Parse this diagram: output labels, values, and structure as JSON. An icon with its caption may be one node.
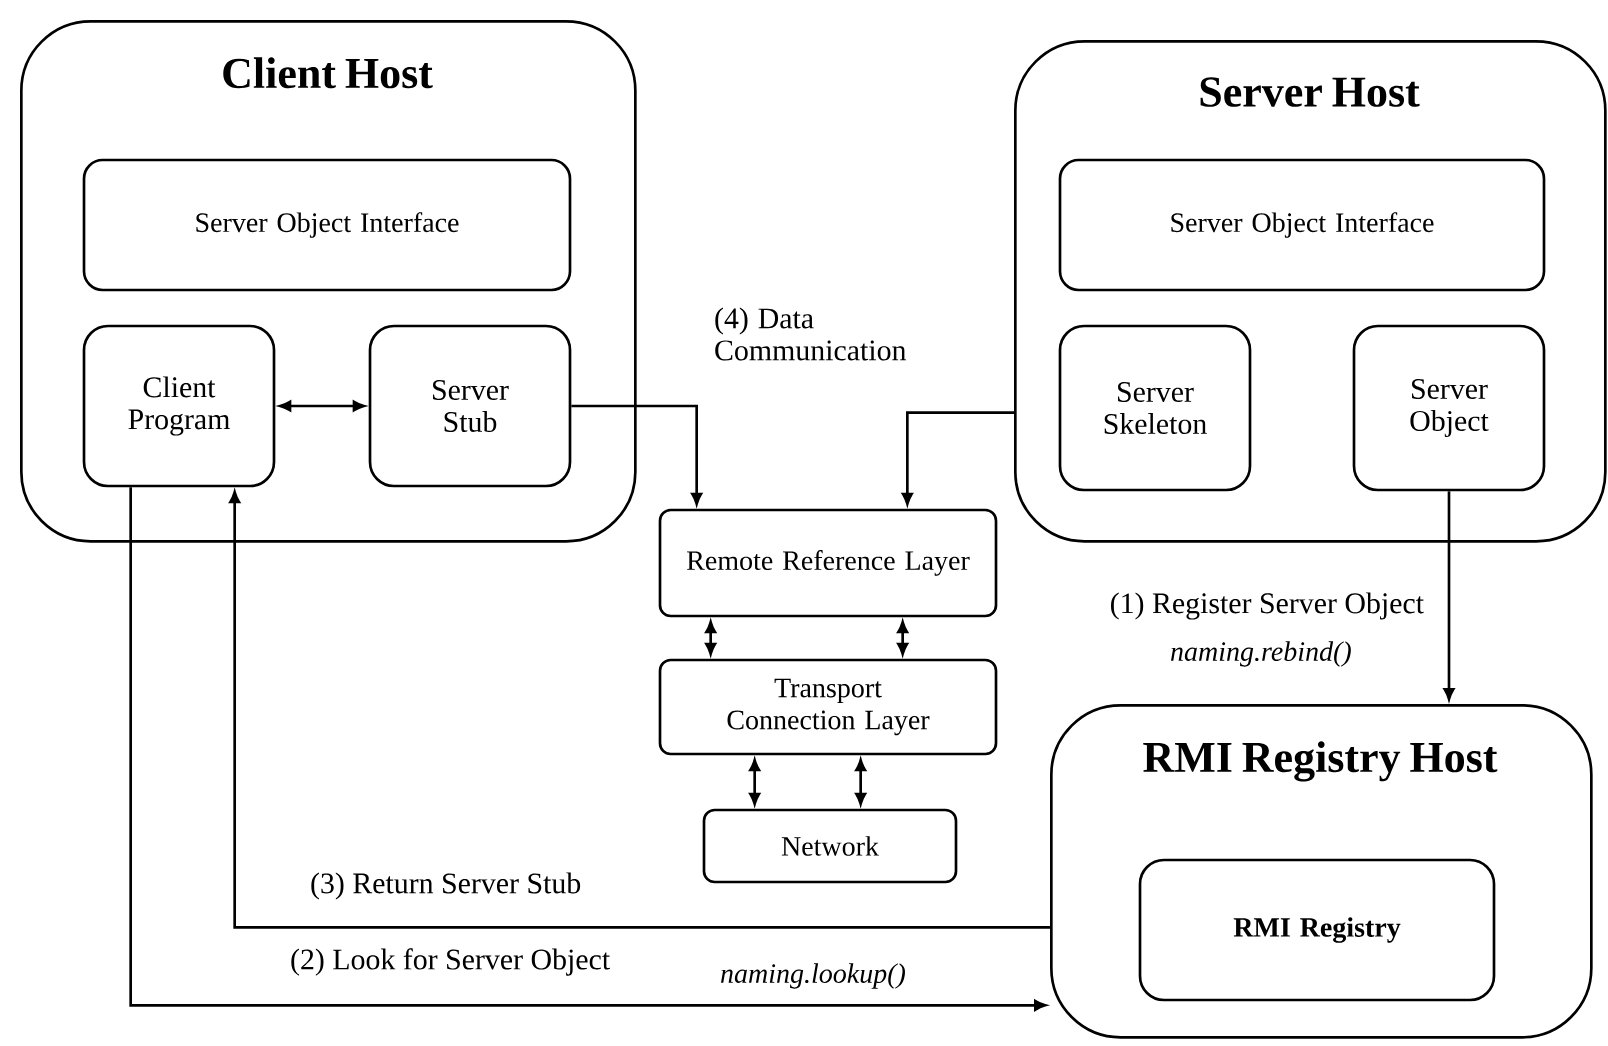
{
  "diagram": {
    "nodes": [
      {
        "text": [
          "Client Host"
        ]
      },
      {
        "text": [
          "Server Object Interface"
        ],
        "in": 0
      },
      {
        "text": [
          "Client Program"
        ],
        "in": 0
      },
      {
        "text": [
          "Server Stub"
        ],
        "in": 0
      },
      {
        "text": [
          "Server Host"
        ]
      },
      {
        "text": [
          "Server Object Interface"
        ],
        "in": 4
      },
      {
        "text": [
          "Server Skeleton"
        ],
        "in": 4
      },
      {
        "text": [
          "Server Object"
        ],
        "in": 4
      },
      {
        "text": [
          "Remote Reference Layer"
        ]
      },
      {
        "text": [
          "Transport Connection Layer"
        ]
      },
      {
        "text": [
          "Network"
        ]
      },
      {
        "text": [
          "RMI Registry Host"
        ]
      },
      {
        "text": [
          "RMI Registry"
        ],
        "in": 11
      }
    ],
    "edges": [
      {
        "from": 2,
        "to": 3,
        "arrow": "both"
      },
      {
        "from": 3,
        "to": 8,
        "arrow": "to",
        "label": "(4) Data Communication"
      },
      {
        "from": 4,
        "to": 8,
        "arrow": "to"
      },
      {
        "from": 8,
        "to": 9,
        "arrow": "both"
      },
      {
        "from": 8,
        "to": 9,
        "arrow": "both"
      },
      {
        "from": 9,
        "to": 10,
        "arrow": "both"
      },
      {
        "from": 9,
        "to": 10,
        "arrow": "both"
      },
      {
        "from": 7,
        "to": 11,
        "arrow": "to",
        "label": "(1) Register Server Object"
      },
      {
        "from": 11,
        "to": 2,
        "arrow": "to",
        "label": "(3) Return Server Stub"
      },
      {
        "from": 2,
        "to": 11,
        "arrow": "to",
        "label": "(2) Look for Server Object"
      }
    ],
    "labels": [
      "naming.rebind()",
      "naming.lookup()"
    ]
  }
}
